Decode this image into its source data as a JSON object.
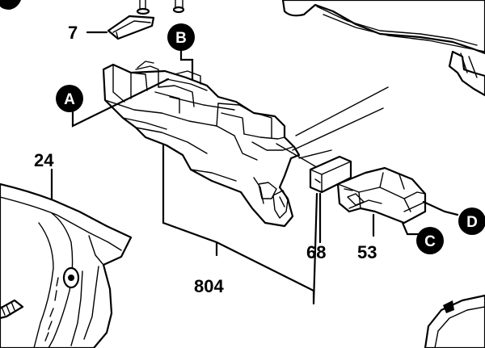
{
  "callouts": {
    "part_7": "7",
    "part_24": "24",
    "part_68": "68",
    "part_53": "53",
    "part_804": "804"
  },
  "reference_markers": {
    "a": "A",
    "b": "B",
    "c": "C",
    "d": "D"
  },
  "colors": {
    "ink": "#000000",
    "paper": "#ffffff"
  }
}
